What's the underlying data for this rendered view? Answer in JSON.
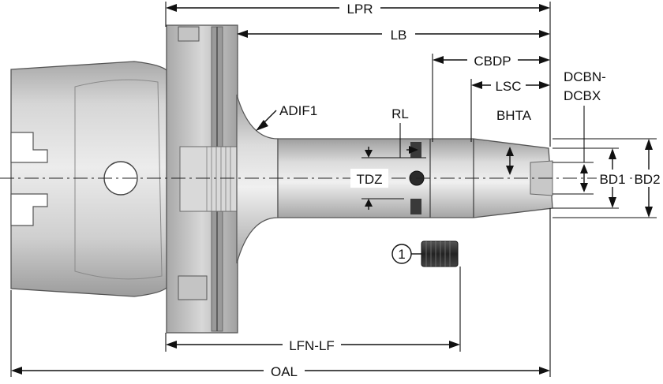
{
  "diagram": {
    "labels": {
      "lpr": "LPR",
      "lb": "LB",
      "cbdp": "CBDP",
      "lsc": "LSC",
      "dcbn": "DCBN-",
      "dcbx": "DCBX",
      "adif1": "ADIF1",
      "rl": "RL",
      "bhta": "BHTA",
      "tdz": "TDZ",
      "bd1": "BD1",
      "bd2": "BD2",
      "callout": "1",
      "lfn_lf": "LFN-LF",
      "oal": "OAL"
    },
    "colors": {
      "metal_light": "#dedede",
      "metal_mid": "#b8b8b8",
      "metal_dark": "#8a8a8a",
      "screw": "#2a2a2a",
      "ink": "#111111"
    }
  }
}
